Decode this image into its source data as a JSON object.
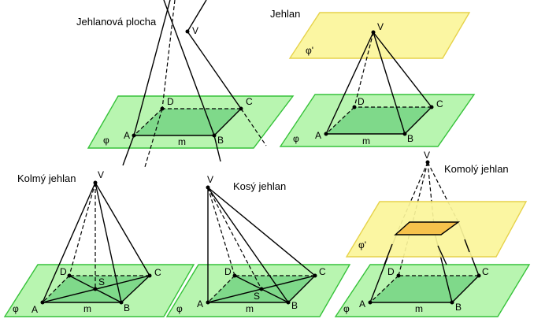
{
  "titles": {
    "surface": "Jehlanová plocha",
    "pyramid": "Jehlan",
    "right": "Kolmý jehlan",
    "oblique": "Kosý jehlan",
    "frustum": "Komolý jehlan"
  },
  "labels": {
    "V": "V",
    "A": "A",
    "B": "B",
    "C": "C",
    "D": "D",
    "S": "S",
    "m": "m",
    "phi": "φ",
    "phi_prime": "φ'"
  },
  "colors": {
    "plane_green": "#b8f5b0",
    "base_green": "#7fd98a",
    "plane_yellow": "#fbf59a",
    "top_face": "#f6c24c"
  }
}
